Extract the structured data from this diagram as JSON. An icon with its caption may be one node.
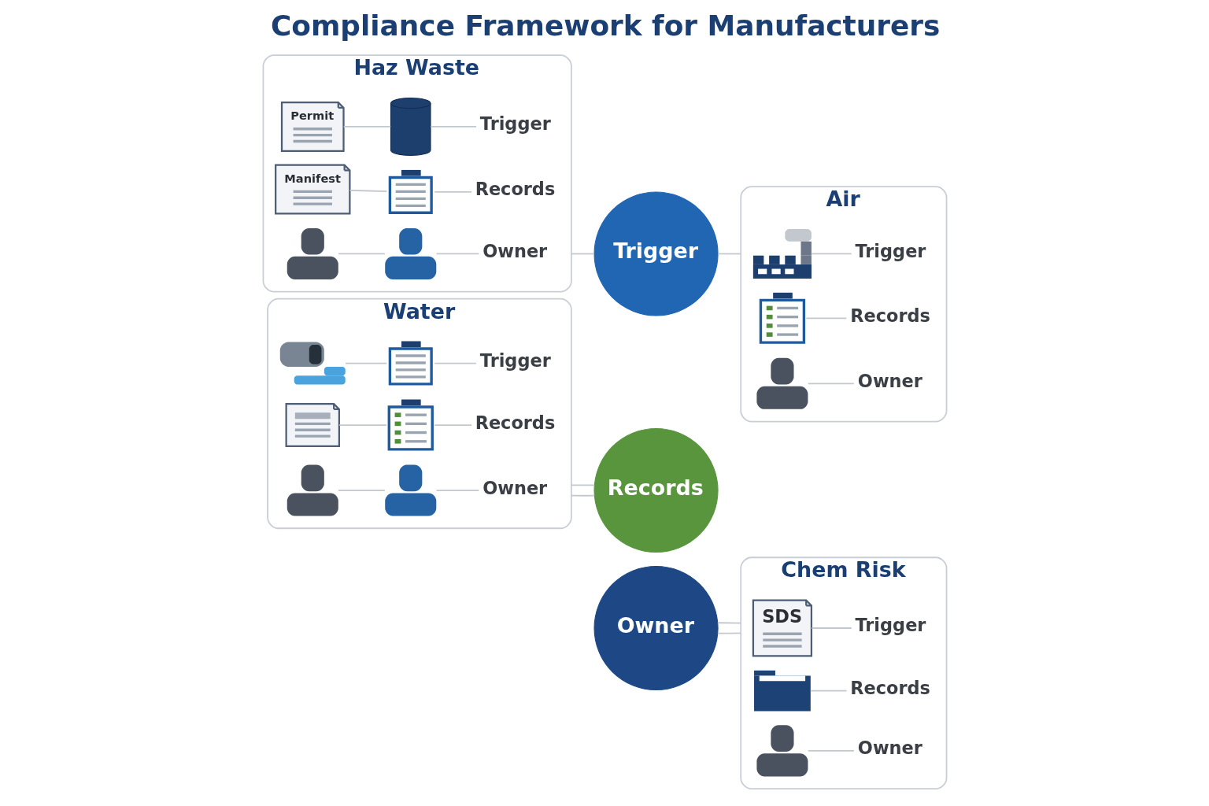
{
  "diagram": {
    "title": "Compliance Framework for Manufacturers",
    "nodes": [
      {
        "text": [
          "Haz Waste"
        ]
      },
      {
        "text": [
          "Permit"
        ],
        "in": 0
      },
      {
        "text": [],
        "shape": "picture",
        "in": 0
      },
      {
        "text": [
          "Trigger"
        ],
        "in": 0
      },
      {
        "text": [
          "Manifest"
        ],
        "in": 0
      },
      {
        "text": [],
        "shape": "picture",
        "in": 0
      },
      {
        "text": [
          "Records"
        ],
        "in": 0
      },
      {
        "text": [],
        "shape": "person",
        "in": 0
      },
      {
        "text": [],
        "shape": "person",
        "in": 0
      },
      {
        "text": [
          "Owner"
        ],
        "in": 0
      },
      {
        "text": [
          "Air"
        ]
      },
      {
        "text": [],
        "shape": "picture",
        "in": 10
      },
      {
        "text": [
          "Trigger"
        ],
        "in": 10
      },
      {
        "text": [],
        "shape": "picture",
        "in": 10
      },
      {
        "text": [
          "Records"
        ],
        "in": 10
      },
      {
        "text": [],
        "shape": "person",
        "in": 10
      },
      {
        "text": [
          "Owner"
        ],
        "in": 10
      },
      {
        "text": [
          "Trigger"
        ]
      },
      {
        "text": [
          "Records"
        ]
      },
      {
        "text": [
          "Owner"
        ]
      },
      {
        "text": [
          "Water"
        ]
      },
      {
        "text": [],
        "shape": "picture",
        "in": 20
      },
      {
        "text": [],
        "shape": "picture",
        "in": 20
      },
      {
        "text": [
          "Trigger"
        ],
        "in": 20
      },
      {
        "text": [],
        "shape": "picture",
        "in": 20
      },
      {
        "text": [],
        "shape": "picture",
        "in": 20
      },
      {
        "text": [
          "Records"
        ],
        "in": 20
      },
      {
        "text": [],
        "shape": "person",
        "in": 20
      },
      {
        "text": [],
        "shape": "person",
        "in": 20
      },
      {
        "text": [
          "Owner"
        ],
        "in": 20
      },
      {
        "text": [
          "Chem Risk"
        ]
      },
      {
        "text": [
          "SDS"
        ],
        "in": 30
      },
      {
        "text": [
          "Trigger"
        ],
        "in": 30
      },
      {
        "text": [],
        "shape": "picture",
        "in": 30
      },
      {
        "text": [
          "Records"
        ],
        "in": 30
      },
      {
        "text": [],
        "shape": "person",
        "in": 30
      },
      {
        "text": [
          "Owner"
        ],
        "in": 30
      }
    ],
    "edges": [
      {
        "from": 1,
        "to": 2,
        "arrow": "none"
      },
      {
        "from": 2,
        "to": 3,
        "arrow": "none"
      },
      {
        "from": 4,
        "to": 5,
        "arrow": "none"
      },
      {
        "from": 5,
        "to": 6,
        "arrow": "none"
      },
      {
        "from": 7,
        "to": 8,
        "arrow": "none"
      },
      {
        "from": 8,
        "to": 9,
        "arrow": "none"
      },
      {
        "from": 11,
        "to": 12,
        "arrow": "none"
      },
      {
        "from": 13,
        "to": 14,
        "arrow": "none"
      },
      {
        "from": 15,
        "to": 16,
        "arrow": "none"
      },
      {
        "from": 0,
        "to": 17,
        "arrow": "none"
      },
      {
        "from": 17,
        "to": 10,
        "arrow": "none"
      },
      {
        "from": 21,
        "to": 22,
        "arrow": "none"
      },
      {
        "from": 22,
        "to": 23,
        "arrow": "none"
      },
      {
        "from": 24,
        "to": 25,
        "arrow": "none"
      },
      {
        "from": 25,
        "to": 26,
        "arrow": "none"
      },
      {
        "from": 27,
        "to": 28,
        "arrow": "none"
      },
      {
        "from": 28,
        "to": 29,
        "arrow": "none"
      },
      {
        "from": 31,
        "to": 32,
        "arrow": "none"
      },
      {
        "from": 33,
        "to": 34,
        "arrow": "none"
      },
      {
        "from": 35,
        "to": 36,
        "arrow": "none"
      },
      {
        "from": 20,
        "to": 18,
        "arrow": "none"
      },
      {
        "from": 20,
        "to": 18,
        "arrow": "none"
      },
      {
        "from": 19,
        "to": 30,
        "arrow": "none"
      },
      {
        "from": 19,
        "to": 30,
        "arrow": "none"
      }
    ]
  }
}
